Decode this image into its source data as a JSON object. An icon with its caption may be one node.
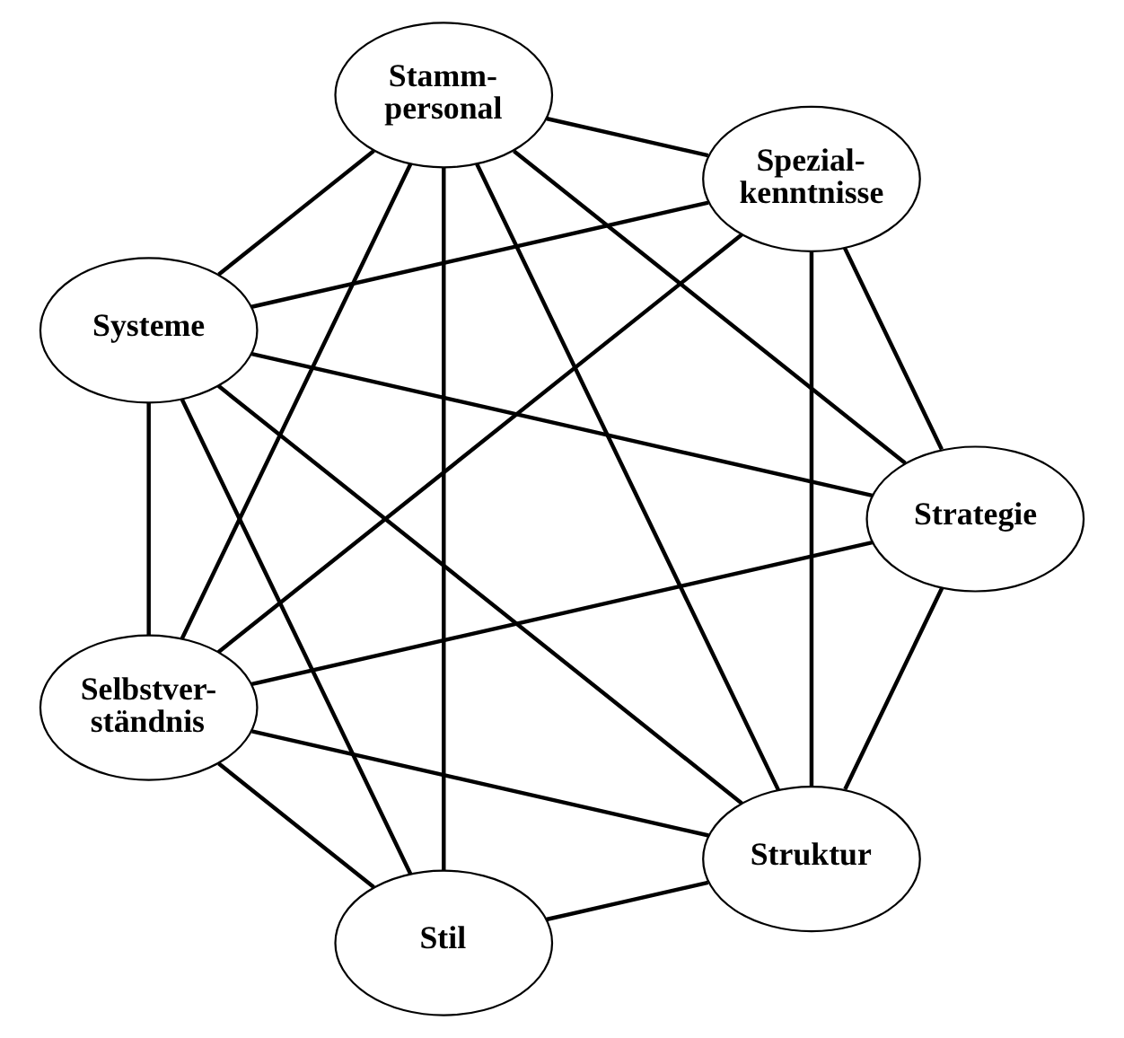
{
  "diagram": {
    "nodes": [
      {
        "text": [
          "Struktur"
        ]
      },
      {
        "text": [
          "Strategie"
        ]
      },
      {
        "text": [
          "Systeme"
        ]
      },
      {
        "text": [
          "Selbstver- ständnis"
        ]
      },
      {
        "text": [
          "Spezial- kenntnisse"
        ]
      },
      {
        "text": [
          "Stil"
        ]
      },
      {
        "text": [
          "Stamm- personal"
        ]
      }
    ],
    "edges": [
      {
        "from": 0,
        "to": 1,
        "arrow": "none"
      },
      {
        "from": 0,
        "to": 2,
        "arrow": "none"
      },
      {
        "from": 0,
        "to": 3,
        "arrow": "none"
      },
      {
        "from": 0,
        "to": 4,
        "arrow": "none"
      },
      {
        "from": 0,
        "to": 5,
        "arrow": "none"
      },
      {
        "from": 1,
        "to": 2,
        "arrow": "none"
      },
      {
        "from": 1,
        "to": 3,
        "arrow": "none"
      },
      {
        "from": 1,
        "to": 4,
        "arrow": "none"
      },
      {
        "from": 1,
        "to": 6,
        "arrow": "none"
      },
      {
        "from": 2,
        "to": 3,
        "arrow": "none"
      },
      {
        "from": 2,
        "to": 5,
        "arrow": "none"
      },
      {
        "from": 2,
        "to": 6,
        "arrow": "none"
      },
      {
        "from": 3,
        "to": 4,
        "arrow": "none"
      },
      {
        "from": 3,
        "to": 5,
        "arrow": "none"
      },
      {
        "from": 3,
        "to": 6,
        "arrow": "none"
      },
      {
        "from": 4,
        "to": 6,
        "arrow": "none"
      },
      {
        "from": 5,
        "to": 6,
        "arrow": "none"
      },
      {
        "from": 0,
        "to": 6,
        "arrow": "none"
      },
      {
        "from": 2,
        "to": 4,
        "arrow": "none"
      }
    ]
  }
}
